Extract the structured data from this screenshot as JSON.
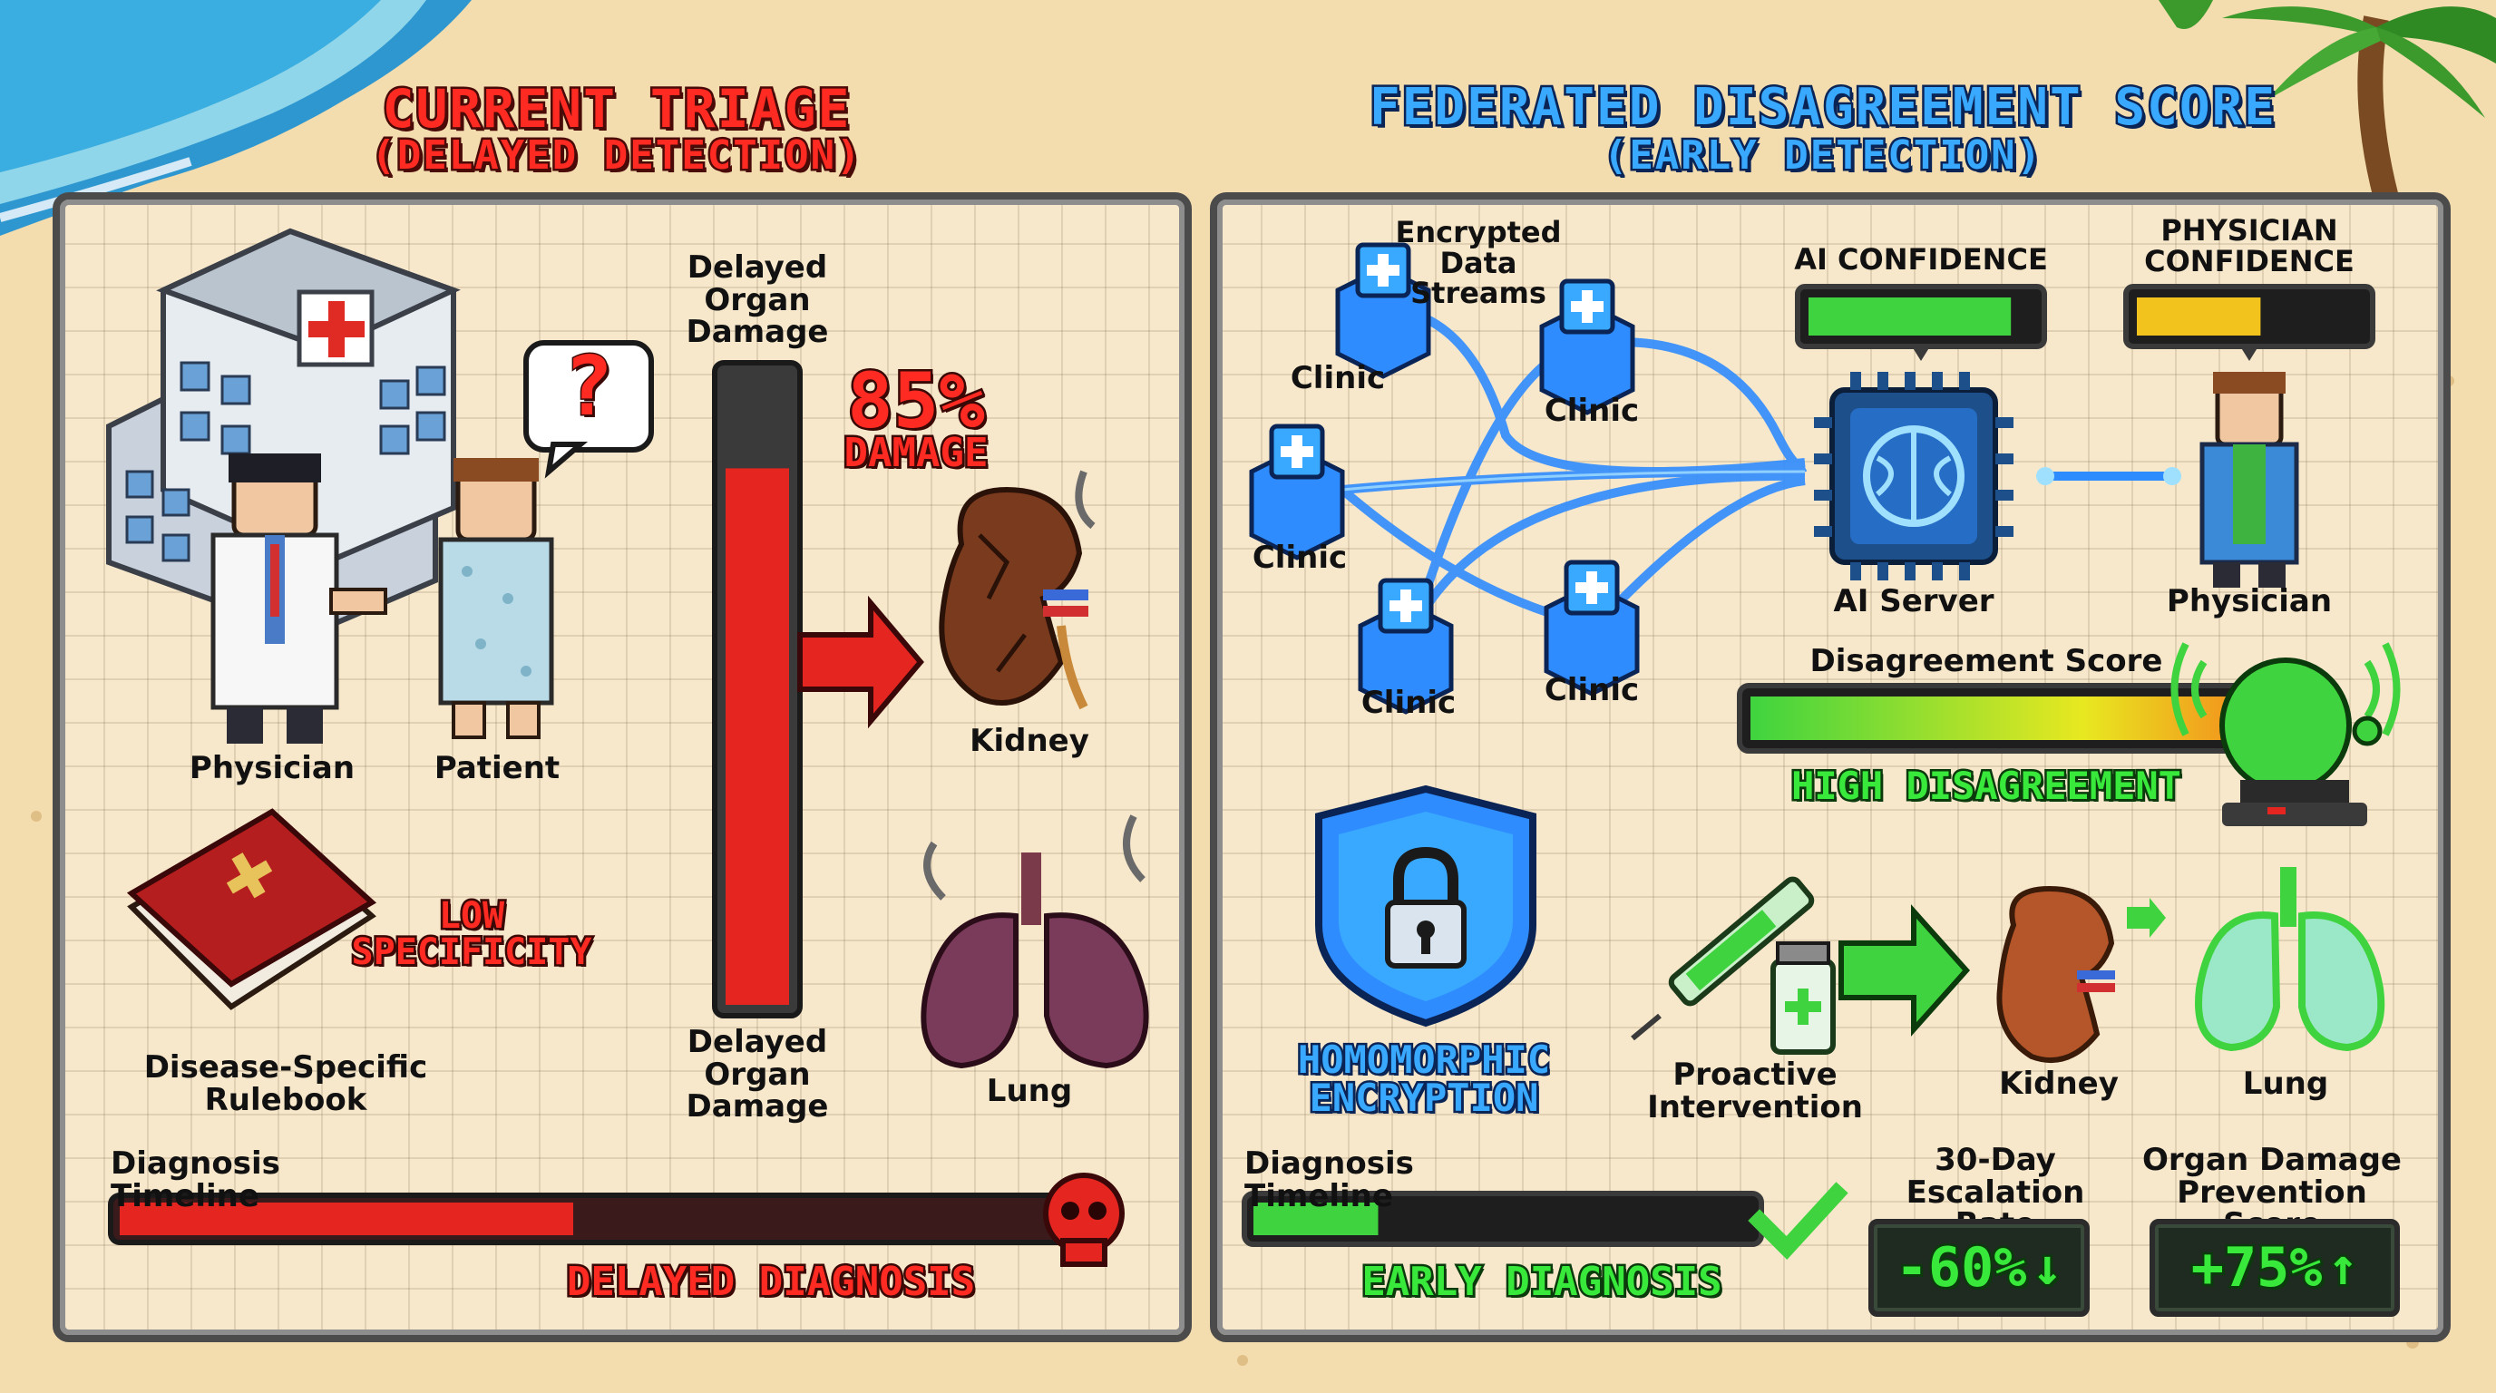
{
  "left": {
    "title": "CURRENT TRIAGE",
    "subtitle": "(DELAYED DETECTION)",
    "physician_label": "Physician",
    "patient_label": "Patient",
    "question_mark": "?",
    "damage_label_top": "Delayed Organ Damage",
    "damage_label_bottom": "Delayed Organ Damage",
    "damage_percent": "85%",
    "damage_word": "DAMAGE",
    "damage_level": 0.85,
    "kidney_label": "Kidney",
    "lung_label": "Lung",
    "rulebook_label": "Disease-Specific Rulebook",
    "low_specificity": "LOW SPECIFICITY",
    "timeline_label": "Diagnosis Timeline",
    "timeline_fill": 0.5,
    "delayed_diagnosis": "DELAYED DIAGNOSIS"
  },
  "right": {
    "title": "FEDERATED DISAGREEMENT SCORE",
    "subtitle": "(EARLY DETECTION)",
    "encrypted_streams": "Encrypted Data Streams",
    "clinic_label": "Clinic",
    "ai_confidence_label": "AI CONFIDENCE",
    "ai_confidence_level": 0.9,
    "physician_confidence_label": "PHYSICIAN CONFIDENCE",
    "physician_confidence_level": 0.55,
    "ai_server_label": "AI Server",
    "physician_label": "Physician",
    "disagreement_label": "Disagreement Score",
    "disagreement_level": 0.95,
    "high_disagreement": "HIGH DISAGREEMENT",
    "homomorphic": "HOMOMORPHIC ENCRYPTION",
    "proactive": "Proactive Intervention",
    "kidney_label": "Kidney",
    "lung_label": "Lung",
    "timeline_label": "Diagnosis Timeline",
    "timeline_fill": 0.25,
    "early_diagnosis": "EARLY DIAGNOSIS",
    "escalation_label": "30-Day Escalation Rate",
    "escalation_value": "-60%",
    "prevention_label": "Organ Damage Prevention Score",
    "prevention_value": "+75%"
  },
  "colors": {
    "alert_red": "#e52520",
    "healthy_green": "#3fd43f",
    "encryption_blue": "#2f8cff",
    "sand": "#f3dcae",
    "sea": "#3aa6d6"
  }
}
